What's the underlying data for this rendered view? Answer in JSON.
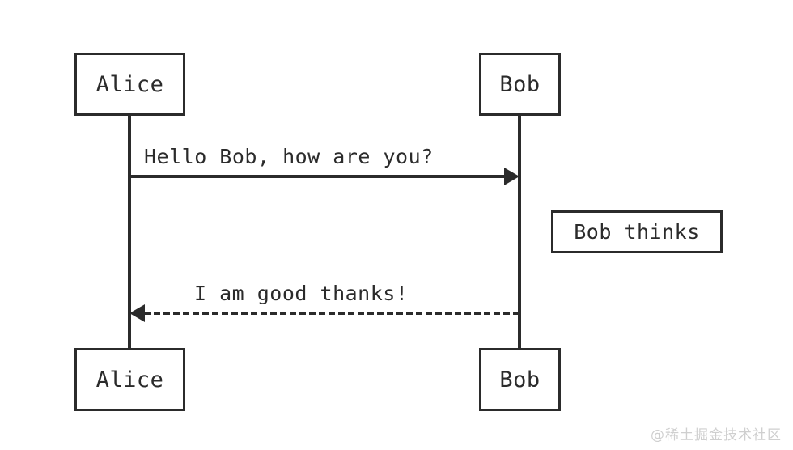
{
  "diagram": {
    "type": "sequence-diagram",
    "background_color": "#ffffff",
    "stroke_color": "#2b2b2b",
    "actors": [
      {
        "id": "alice",
        "label": "Alice"
      },
      {
        "id": "bob",
        "label": "Bob"
      }
    ],
    "actors_top": [
      {
        "id": "alice-top",
        "label": "Alice"
      },
      {
        "id": "bob-top",
        "label": "Bob"
      }
    ],
    "actors_bottom": [
      {
        "id": "alice-bottom",
        "label": "Alice"
      },
      {
        "id": "bob-bottom",
        "label": "Bob"
      }
    ],
    "messages": [
      {
        "id": "msg-1",
        "from": "Alice",
        "to": "Bob",
        "label": "Hello Bob, how are you?",
        "line_style": "solid",
        "direction": "right",
        "arrow": "filled"
      },
      {
        "id": "msg-2",
        "from": "Bob",
        "to": "Alice",
        "label": "I am good thanks!",
        "line_style": "dashed",
        "direction": "left",
        "arrow": "filled"
      }
    ],
    "notes": [
      {
        "id": "note-1",
        "label": "Bob thinks",
        "placement": "right of Bob"
      }
    ]
  },
  "watermark": {
    "text": "@稀土掘金技术社区",
    "color": "#cfcfcf"
  }
}
